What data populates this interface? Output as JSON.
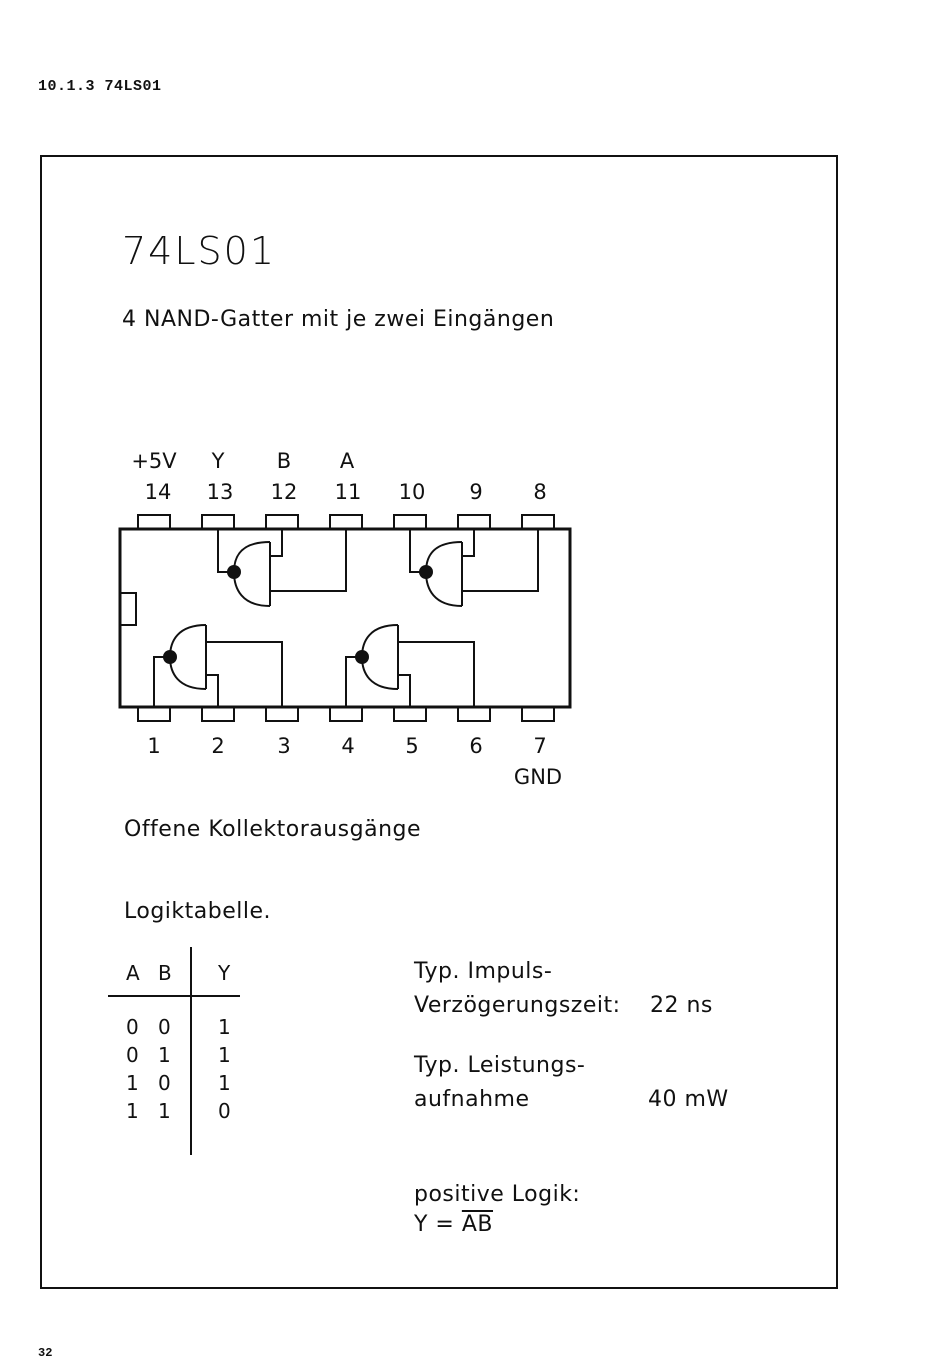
{
  "header": {
    "section": "10.1.3  74LS01"
  },
  "chip": {
    "title": "74LS01",
    "description": "4 NAND-Gatter mit je zwei Eingängen"
  },
  "pinout": {
    "top_labels": [
      "+5V",
      "Y",
      "B",
      "A"
    ],
    "top_pins": [
      "14",
      "13",
      "12",
      "11",
      "10",
      "9",
      "8"
    ],
    "bottom_pins": [
      "1",
      "2",
      "3",
      "4",
      "5",
      "6",
      "7"
    ],
    "gnd_label": "GND"
  },
  "notes": {
    "open_collector": "Offene Kollektorausgänge",
    "logic_table_title": "Logiktabelle."
  },
  "truth_table": {
    "headers": [
      "A",
      "B",
      "Y"
    ],
    "rows": [
      [
        "0",
        "0",
        "1"
      ],
      [
        "0",
        "1",
        "1"
      ],
      [
        "1",
        "0",
        "1"
      ],
      [
        "1",
        "1",
        "0"
      ]
    ]
  },
  "specs": {
    "delay_label_1": "Typ. Impuls-",
    "delay_label_2": "Verzögerungszeit:",
    "delay_value": "22 ns",
    "power_label_1": "Typ. Leistungs-",
    "power_label_2": "aufnahme",
    "power_value": "40 mW"
  },
  "logic": {
    "label": "positive Logik:",
    "eq_prefix": "Y = ",
    "eq_overline": "AB"
  },
  "footer": {
    "page_number": "32"
  }
}
